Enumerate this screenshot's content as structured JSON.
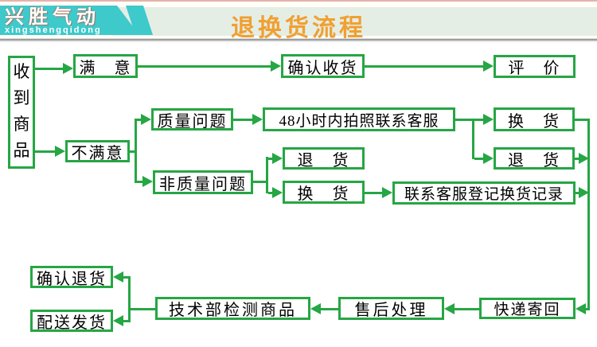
{
  "header": {
    "logo_title": "兴胜气动",
    "logo_subtitle": "xingshengqidong",
    "page_title": "退换货流程",
    "colors": {
      "logo_bg": "#3ec9cb",
      "title_orange": "#f0a032",
      "band_bg": "#e5eee5"
    }
  },
  "flowchart": {
    "line_color": "#26a644",
    "nodes": {
      "receive": "收到商品",
      "satisfied": "满　意",
      "confirm_receipt": "确认收货",
      "evaluate": "评　价",
      "unsatisfied": "不满意",
      "quality_issue": "质量问题",
      "photo_contact": "48小时内拍照联系客服",
      "exchange_top": "换　货",
      "return_top": "退　货",
      "non_quality_issue": "非质量问题",
      "return_mid": "退　货",
      "exchange_mid": "换　货",
      "register_exchange": "联系客服登记换货记录",
      "express_return": "快递寄回",
      "aftersales": "售后处理",
      "tech_check": "技术部检测商品",
      "confirm_return": "确认退货",
      "delivery": "配送发货"
    }
  }
}
